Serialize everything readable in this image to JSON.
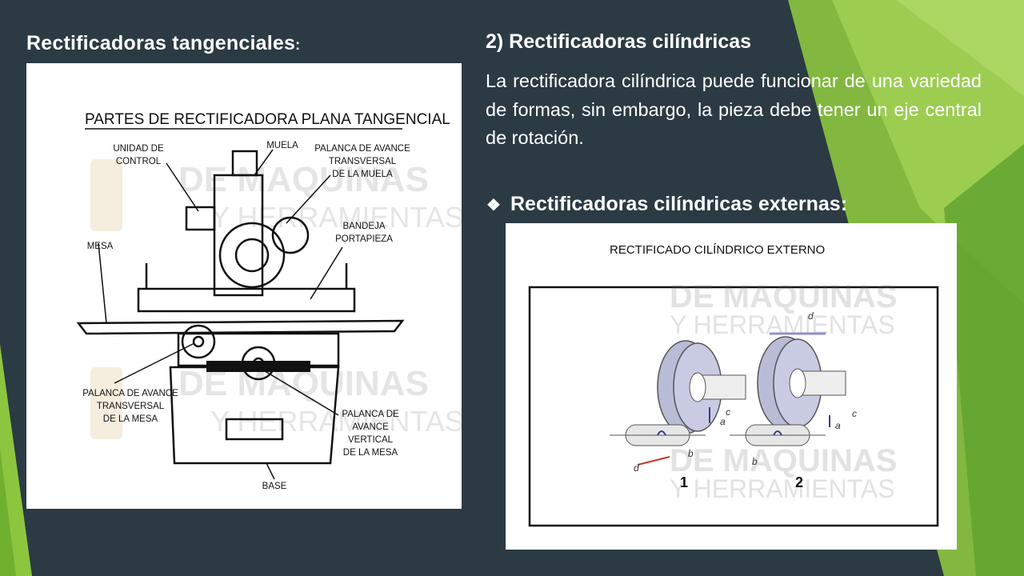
{
  "colors": {
    "background": "#2b3a43",
    "accent_green": "#8cc63f",
    "text": "#ffffff"
  },
  "left": {
    "title": "Rectificadoras tangenciales",
    "title_suffix": ":",
    "figure": {
      "heading": "PARTES DE RECTIFICADORA PLANA TANGENCIAL",
      "labels": {
        "unidad_control_1": "UNIDAD DE",
        "unidad_control_2": "CONTROL",
        "muela": "MUELA",
        "palanca_avance_muela_1": "PALANCA DE AVANCE",
        "palanca_avance_muela_2": "TRANSVERSAL",
        "palanca_avance_muela_3": "DE LA MUELA",
        "mesa": "MESA",
        "bandeja_1": "BANDEJA",
        "bandeja_2": "PORTAPIEZA",
        "palanca_mesa_1": "PALANCA DE AVANCE",
        "palanca_mesa_2": "TRANSVERSAL",
        "palanca_mesa_3": "DE LA MESA",
        "palanca_vertical_1": "PALANCA DE",
        "palanca_vertical_2": "AVANCE",
        "palanca_vertical_3": "VERTICAL",
        "palanca_vertical_4": "DE LA MESA",
        "base": "BASE"
      },
      "watermark": {
        "line1": "DE MAQUINAS",
        "line2": "Y HERRAMIENTAS"
      }
    }
  },
  "right": {
    "section_title": "2) Rectificadoras cilíndricas",
    "paragraph": "La rectificadora cilíndrica puede funcionar de una variedad de formas, sin embargo, la pieza debe tener un eje central de rotación.",
    "bullet_icon": "diamond-bullet-icon",
    "bullet_text": "Rectificadoras cilíndricas externas:",
    "figure": {
      "heading": "RECTIFICADO CILÍNDRICO EXTERNO",
      "labels": {
        "a": "a",
        "b": "b",
        "c": "c",
        "d": "d",
        "num1": "1",
        "num2": "2"
      },
      "watermark": {
        "line1": "DE MAQUINAS",
        "line2": "Y HERRAMIENTAS"
      }
    }
  }
}
